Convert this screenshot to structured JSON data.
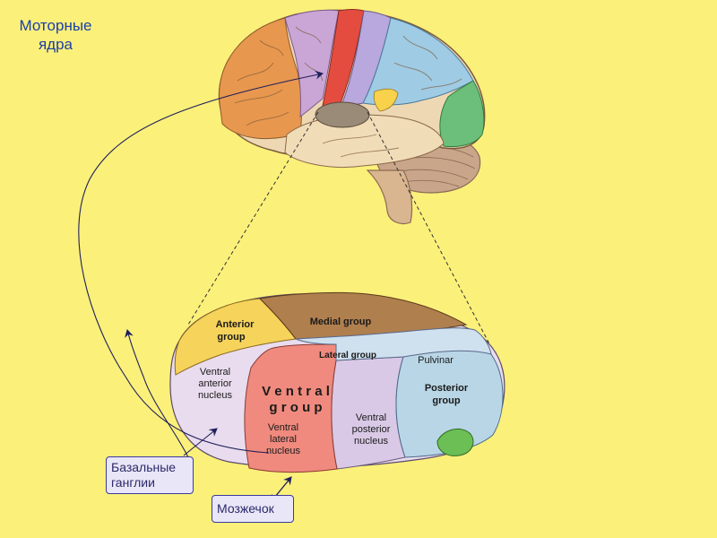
{
  "title": {
    "line1": "Моторные",
    "line2": "ядра"
  },
  "labels": {
    "anterior_group_1": "Anterior",
    "anterior_group_2": "group",
    "medial_group": "Medial group",
    "lateral_group": "Lateral group",
    "pulvinar": "Pulvinar",
    "posterior_group_1": "Posterior",
    "posterior_group_2": "group",
    "ventral_anterior_1": "Ventral",
    "ventral_anterior_2": "anterior",
    "ventral_anterior_3": "nucleus",
    "ventral_group_1": "V e n t r a l",
    "ventral_group_2": "g r o u p",
    "ventral_lateral_1": "Ventral",
    "ventral_lateral_2": "lateral",
    "ventral_lateral_3": "nucleus",
    "ventral_posterior_1": "Ventral",
    "ventral_posterior_2": "posterior",
    "ventral_posterior_3": "nucleus"
  },
  "callouts": {
    "basal_ganglia_1": "Базальные",
    "basal_ganglia_2": "ганглии",
    "cerebellum": "Мозжечок"
  },
  "colors": {
    "background": "#fbf07a",
    "title": "#1d3fa8",
    "ventral_lateral": "#f08a7e",
    "ventral_anterior": "#e9dcee",
    "ventral_posterior": "#d9c9e6",
    "posterior_group": "#b9d6e6",
    "anterior_group": "#f6d35a",
    "medial_group": "#b07f4e",
    "lateral_group": "#cfe0ef"
  }
}
